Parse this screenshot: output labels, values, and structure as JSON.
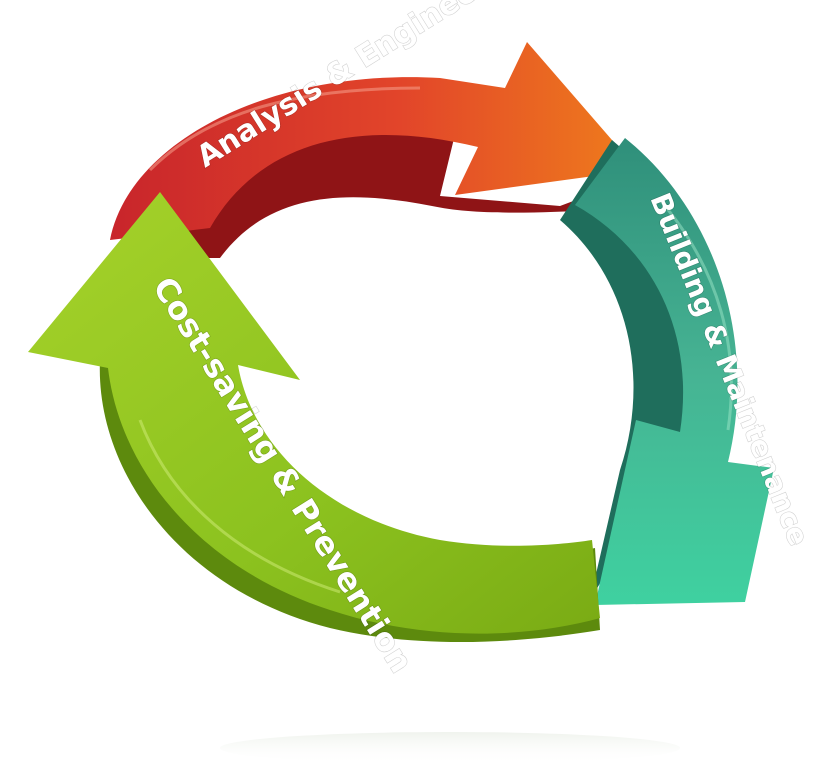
{
  "diagram": {
    "steps": [
      {
        "label": "Analysis & Engineering",
        "color": "#d93a2b"
      },
      {
        "label": "Building & Maintenance",
        "color": "#3aae8c"
      },
      {
        "label": "Cost-saving & Prevention",
        "color": "#8cc21f"
      }
    ]
  }
}
